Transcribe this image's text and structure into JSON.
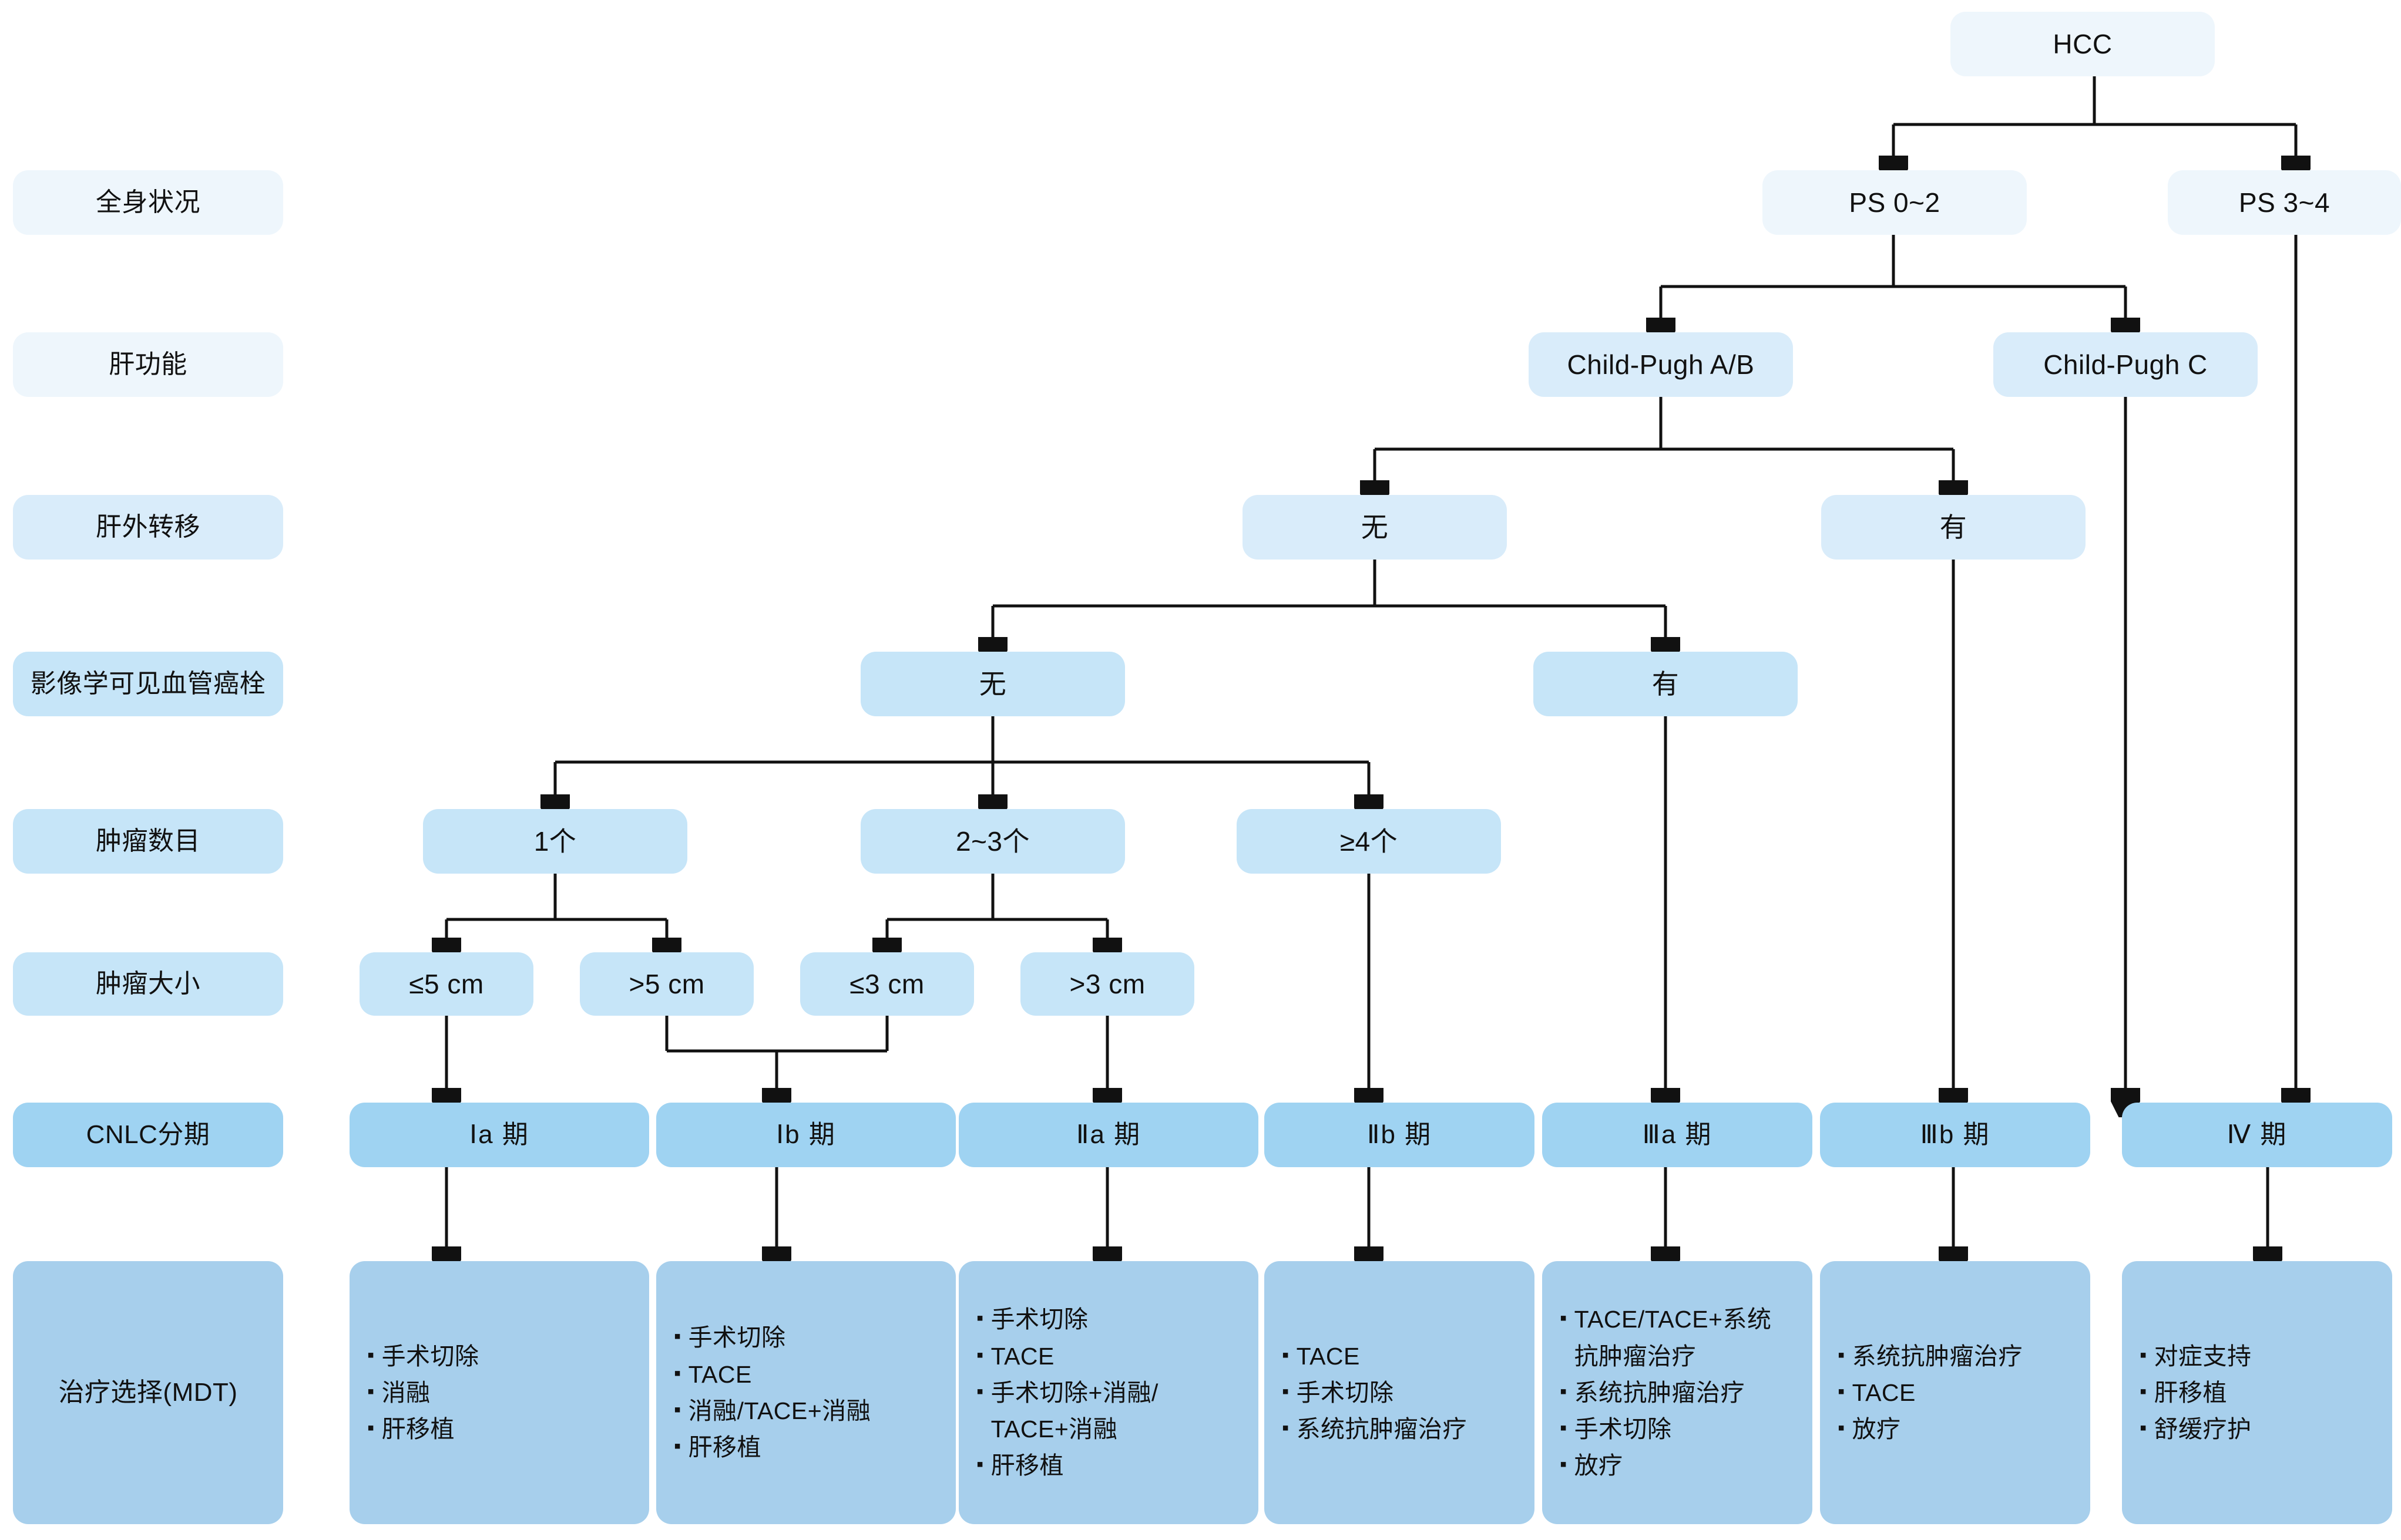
{
  "colors": {
    "tier0": "#eef6fc",
    "tier1": "#d9ecfa",
    "tier2": "#c6e5f8",
    "tier3": "#9fd3f2",
    "tier4": "#a7cfec",
    "connector": "#111111"
  },
  "row_labels": [
    {
      "id": "performance-status",
      "label": "全身状况"
    },
    {
      "id": "liver-function",
      "label": "肝功能"
    },
    {
      "id": "extrahepatic-metastasis",
      "label": "肝外转移"
    },
    {
      "id": "vascular-invasion",
      "label": "影像学可见血管癌栓"
    },
    {
      "id": "tumor-number",
      "label": "肿瘤数目"
    },
    {
      "id": "tumor-size",
      "label": "肿瘤大小"
    },
    {
      "id": "cnlc-stage",
      "label": "CNLC分期"
    },
    {
      "id": "treatment-options",
      "label": "治疗选择(MDT)"
    }
  ],
  "root": {
    "id": "hcc",
    "label": "HCC"
  },
  "performance_status": [
    {
      "id": "ps-0-2",
      "label": "PS 0~2"
    },
    {
      "id": "ps-3-4",
      "label": "PS 3~4"
    }
  ],
  "liver_function": [
    {
      "id": "child-pugh-ab",
      "label": "Child-Pugh A/B"
    },
    {
      "id": "child-pugh-c",
      "label": "Child-Pugh C"
    }
  ],
  "extrahepatic_metastasis": [
    {
      "id": "metastasis-no",
      "label": "无"
    },
    {
      "id": "metastasis-yes",
      "label": "有"
    }
  ],
  "vascular_invasion": [
    {
      "id": "vascular-no",
      "label": "无"
    },
    {
      "id": "vascular-yes",
      "label": "有"
    }
  ],
  "tumor_number": [
    {
      "id": "tumor-1",
      "label": "1个"
    },
    {
      "id": "tumor-2-3",
      "label": "2~3个"
    },
    {
      "id": "tumor-4plus",
      "label": "≥4个"
    }
  ],
  "tumor_size": [
    {
      "id": "size-le5",
      "label": "≤5 cm"
    },
    {
      "id": "size-gt5",
      "label": ">5 cm"
    },
    {
      "id": "size-le3",
      "label": "≤3 cm"
    },
    {
      "id": "size-gt3",
      "label": ">3 cm"
    }
  ],
  "cnlc_stages": [
    {
      "id": "stage-1a",
      "label": "Ⅰa 期"
    },
    {
      "id": "stage-1b",
      "label": "Ⅰb 期"
    },
    {
      "id": "stage-2a",
      "label": "Ⅱa 期"
    },
    {
      "id": "stage-2b",
      "label": "Ⅱb 期"
    },
    {
      "id": "stage-3a",
      "label": "Ⅲa 期"
    },
    {
      "id": "stage-3b",
      "label": "Ⅲb 期"
    },
    {
      "id": "stage-4",
      "label": "Ⅳ 期"
    }
  ],
  "treatments": [
    {
      "id": "treat-1a",
      "items": [
        "手术切除",
        "消融",
        "肝移植"
      ]
    },
    {
      "id": "treat-1b",
      "items": [
        "手术切除",
        "TACE",
        "消融/TACE+消融",
        "肝移植"
      ]
    },
    {
      "id": "treat-2a",
      "items": [
        "手术切除",
        "TACE",
        "手术切除+消融/\nTACE+消融",
        "肝移植"
      ]
    },
    {
      "id": "treat-2b",
      "items": [
        "TACE",
        "手术切除",
        "系统抗肿瘤治疗"
      ]
    },
    {
      "id": "treat-3a",
      "items": [
        "TACE/TACE+系统\n抗肿瘤治疗",
        "系统抗肿瘤治疗",
        "手术切除",
        "放疗"
      ]
    },
    {
      "id": "treat-3b",
      "items": [
        "系统抗肿瘤治疗",
        "TACE",
        "放疗"
      ]
    },
    {
      "id": "treat-4",
      "items": [
        "对症支持",
        "肝移植",
        "舒缓疗护"
      ]
    }
  ]
}
